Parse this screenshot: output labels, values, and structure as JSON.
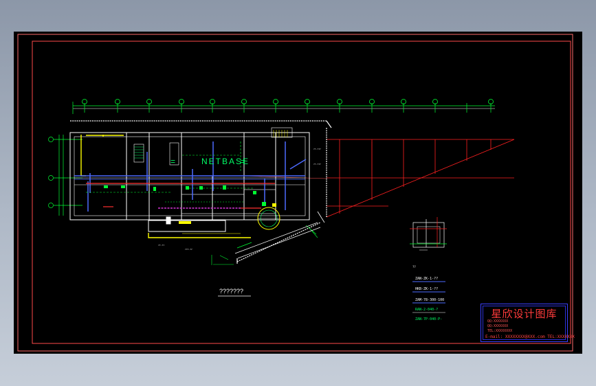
{
  "drawing": {
    "plan_title": "???????",
    "watermark": "NETBASE",
    "side_legend": [
      "??-???",
      "??-???",
      "???-??",
      "??-??"
    ],
    "notes_header": "??",
    "notes": [
      "ZAN-ZK-1-??",
      "HKB-ZK-1-??",
      "ZAM-78-300-100",
      "RAN-2-040-?",
      "ZAN-7P-040-P-"
    ]
  },
  "stamp": {
    "title": "星欣设计图库",
    "lines": [
      "QQ:XXXXXXX",
      "QQ:XXXXXXX",
      "TEL:XXXXXXXX"
    ],
    "contact": "E-mail: XXXXXXXX@XXX.com  TEL:XXXXXXX"
  },
  "colors": {
    "background": "#000000",
    "outer_frame": "#ff6b6b",
    "inner_frame": "#ff4a4a",
    "walls": "#ffffff",
    "axis_grid": "#00ff33",
    "grid_red": "#ff2020",
    "pipes_blue": "#4d6bff",
    "stamp_border": "#3a40ff",
    "stamp_text": "#ff3b3b"
  }
}
